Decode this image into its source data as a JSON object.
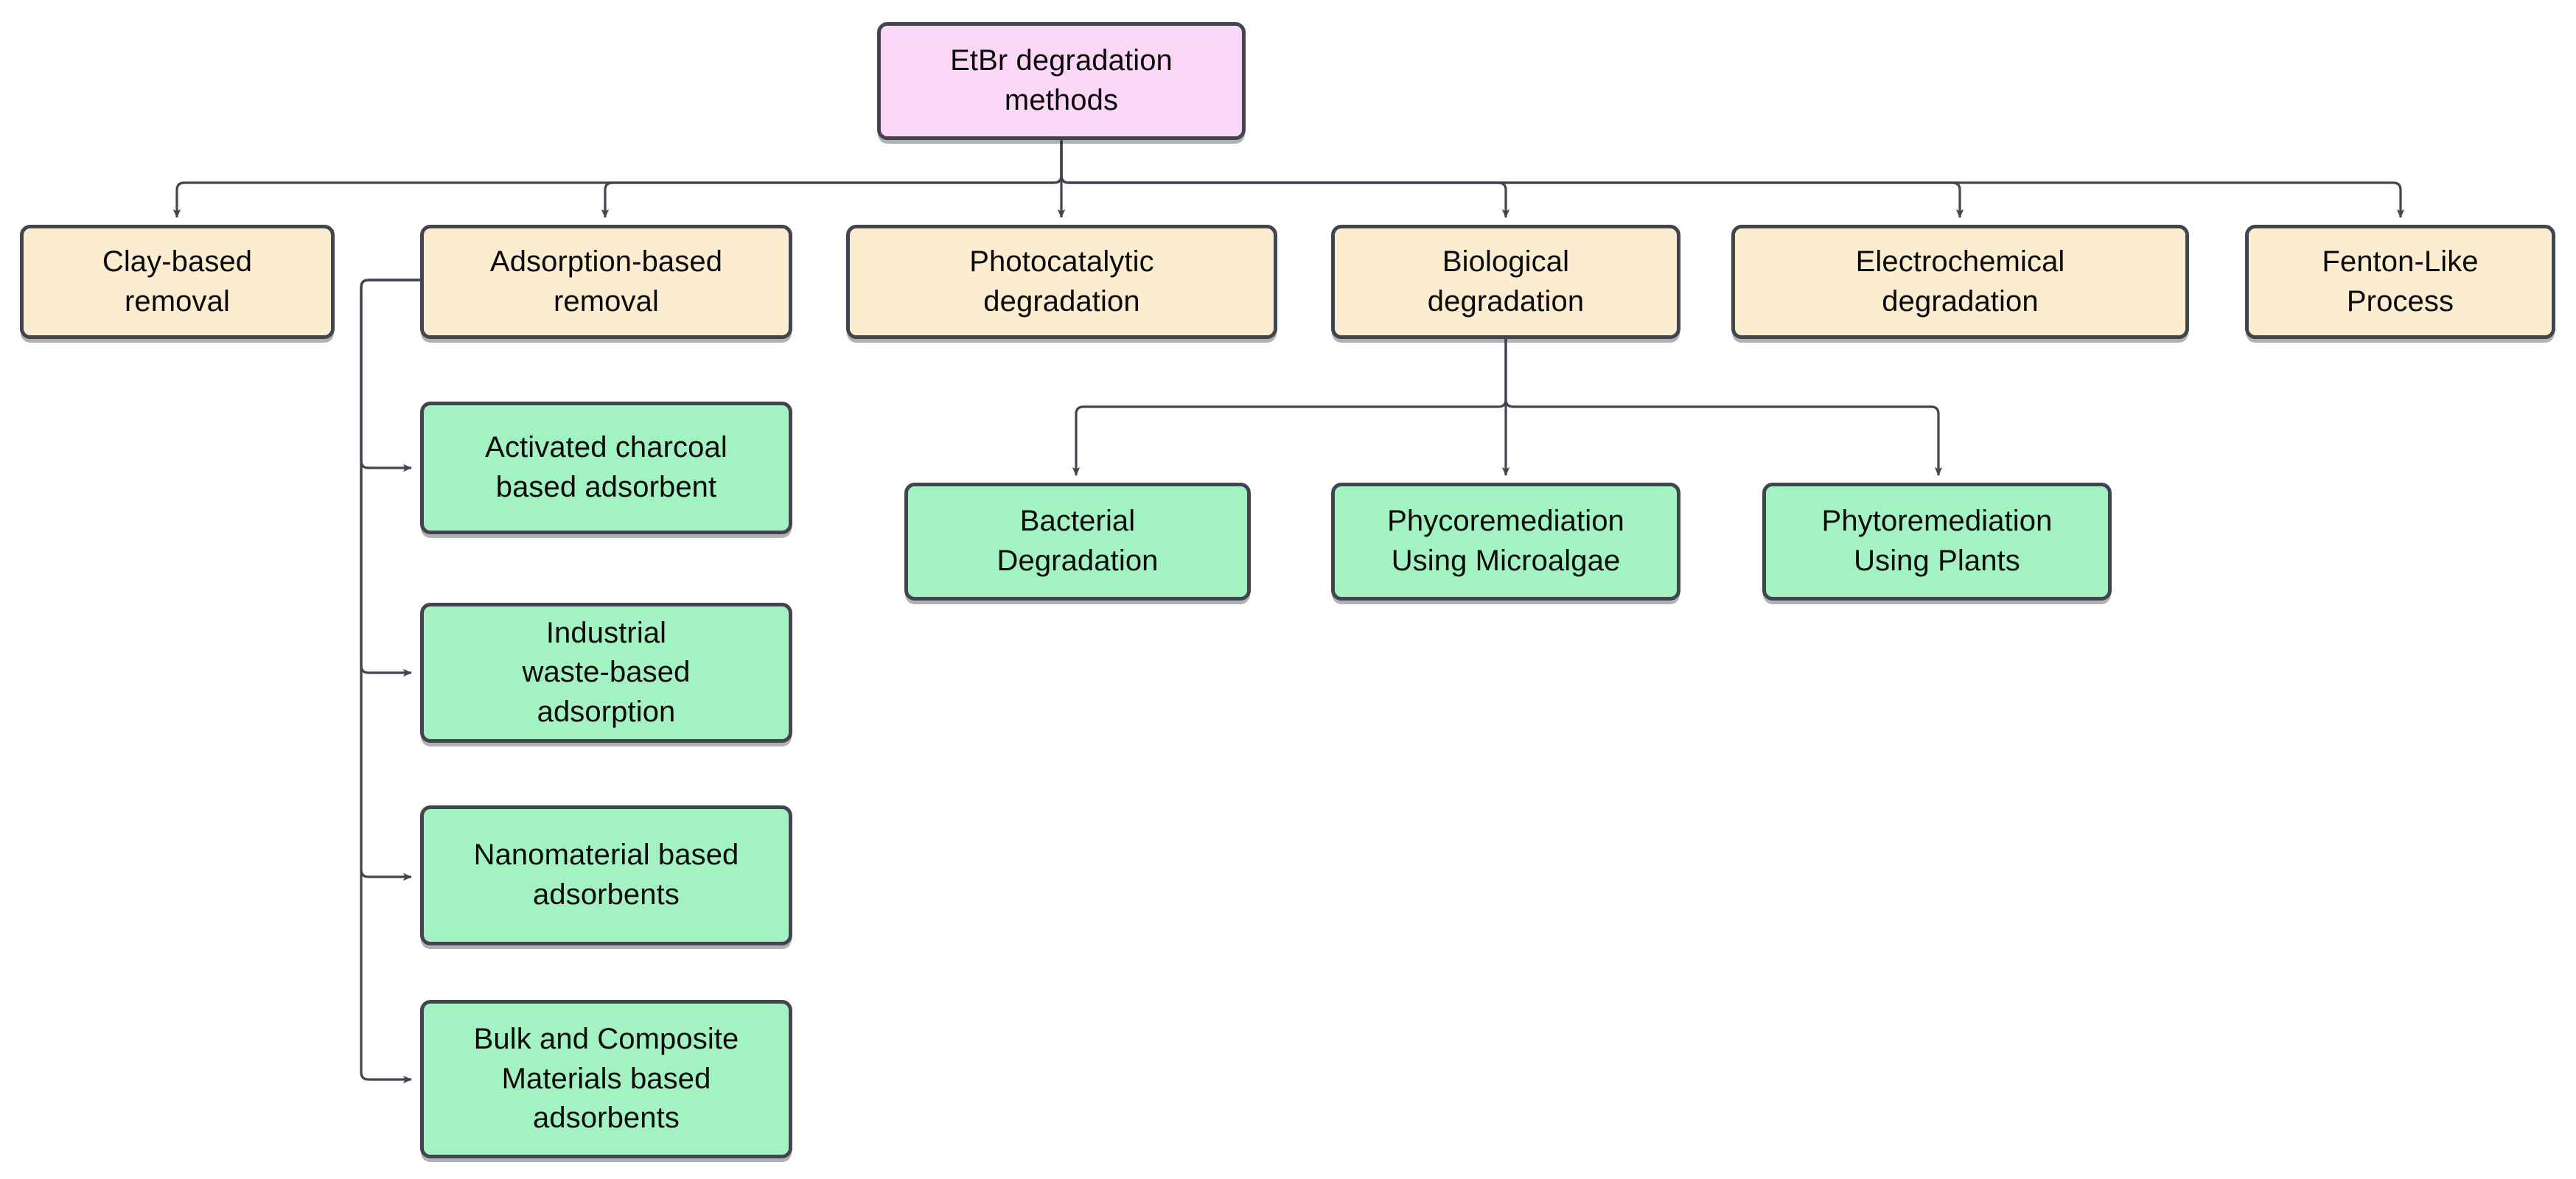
{
  "diagram": {
    "type": "flowchart",
    "title": "EtBr degradation methods",
    "orientation": "top-down",
    "colors": {
      "root_fill": "#fbd7f7",
      "category_fill": "#fcedd0",
      "leaf_fill": "#a3f2c2",
      "stroke": "#40454f",
      "background": "#ffffff",
      "text": "#0a0a0a"
    }
  },
  "nodes": {
    "root": {
      "id": "root",
      "label": "EtBr degradation\nmethods",
      "kind": "root"
    },
    "categories": [
      {
        "id": "clay",
        "label": "Clay-based\nremoval",
        "kind": "category"
      },
      {
        "id": "adsorption",
        "label": "Adsorption-based\nremoval",
        "kind": "category"
      },
      {
        "id": "photocatalytic",
        "label": "Photocatalytic\ndegradation",
        "kind": "category"
      },
      {
        "id": "biological",
        "label": "Biological\ndegradation",
        "kind": "category"
      },
      {
        "id": "electrochemical",
        "label": "Electrochemical\ndegradation",
        "kind": "category"
      },
      {
        "id": "fenton",
        "label": "Fenton-Like\nProcess",
        "kind": "category"
      }
    ],
    "adsorption_children": [
      {
        "id": "activated-charcoal",
        "label": "Activated charcoal\nbased adsorbent",
        "kind": "leaf"
      },
      {
        "id": "industrial-waste",
        "label": "Industrial\nwaste-based\nadsorption",
        "kind": "leaf"
      },
      {
        "id": "nanomaterial",
        "label": "Nanomaterial based\nadsorbents",
        "kind": "leaf"
      },
      {
        "id": "bulk-composite",
        "label": "Bulk and Composite\nMaterials based\nadsorbents",
        "kind": "leaf"
      }
    ],
    "biological_children": [
      {
        "id": "bacterial",
        "label": "Bacterial\nDegradation",
        "kind": "leaf"
      },
      {
        "id": "phycoremediation",
        "label": "Phycoremediation\nUsing Microalgae",
        "kind": "leaf"
      },
      {
        "id": "phytoremediation",
        "label": "Phytoremediation\nUsing Plants",
        "kind": "leaf"
      }
    ]
  },
  "edges": [
    {
      "from": "root",
      "to": "clay"
    },
    {
      "from": "root",
      "to": "adsorption"
    },
    {
      "from": "root",
      "to": "photocatalytic"
    },
    {
      "from": "root",
      "to": "biological"
    },
    {
      "from": "root",
      "to": "electrochemical"
    },
    {
      "from": "root",
      "to": "fenton"
    },
    {
      "from": "adsorption",
      "to": "activated-charcoal"
    },
    {
      "from": "adsorption",
      "to": "industrial-waste"
    },
    {
      "from": "adsorption",
      "to": "nanomaterial"
    },
    {
      "from": "adsorption",
      "to": "bulk-composite"
    },
    {
      "from": "biological",
      "to": "bacterial"
    },
    {
      "from": "biological",
      "to": "phycoremediation"
    },
    {
      "from": "biological",
      "to": "phytoremediation"
    }
  ]
}
